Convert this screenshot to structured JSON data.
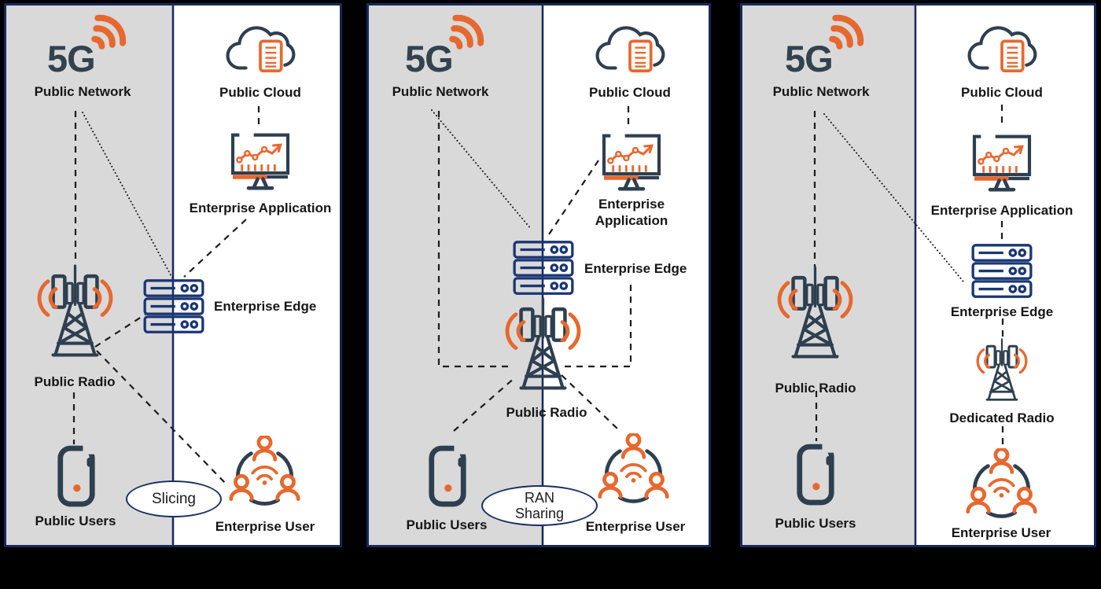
{
  "diagram": {
    "colors": {
      "background": "#000000",
      "panel_border": "#17285c",
      "panel_gray": "#d9d9d9",
      "panel_white": "#ffffff",
      "accent_orange": "#e7682e",
      "icon_navy": "#2e3f50",
      "server_blue": "#1a3673",
      "logo_slate": "#33424e",
      "line_black": "#1c1c1c"
    },
    "panels": [
      {
        "id": "slicing",
        "logo": {
          "text": "5G"
        },
        "badge": {
          "line1": "Slicing"
        },
        "nodes": {
          "public_network": {
            "label": "Public Network"
          },
          "public_cloud": {
            "label": "Public Cloud"
          },
          "enterprise_application": {
            "label": "Enterprise Application"
          },
          "enterprise_edge": {
            "label": "Enterprise Edge"
          },
          "public_radio": {
            "label": "Public Radio"
          },
          "public_users": {
            "label": "Public Users"
          },
          "enterprise_user": {
            "label": "Enterprise User"
          }
        }
      },
      {
        "id": "ran-sharing",
        "logo": {
          "text": "5G"
        },
        "badge": {
          "line1": "RAN",
          "line2": "Sharing"
        },
        "nodes": {
          "public_network": {
            "label": "Public Network"
          },
          "public_cloud": {
            "label": "Public Cloud"
          },
          "enterprise_application": {
            "label": "Enterprise",
            "label2": "Application"
          },
          "enterprise_edge": {
            "label": "Enterprise Edge"
          },
          "public_radio": {
            "label": "Public Radio"
          },
          "public_users": {
            "label": "Public Users"
          },
          "enterprise_user": {
            "label": "Enterprise User"
          }
        }
      },
      {
        "id": "dedicated-radio",
        "logo": {
          "text": "5G"
        },
        "nodes": {
          "public_network": {
            "label": "Public Network"
          },
          "public_cloud": {
            "label": "Public Cloud"
          },
          "enterprise_application": {
            "label": "Enterprise Application"
          },
          "enterprise_edge": {
            "label": "Enterprise Edge"
          },
          "dedicated_radio": {
            "label": "Dedicated Radio"
          },
          "public_radio": {
            "label": "Public Radio"
          },
          "public_users": {
            "label": "Public Users"
          },
          "enterprise_user": {
            "label": "Enterprise User"
          }
        }
      }
    ]
  }
}
